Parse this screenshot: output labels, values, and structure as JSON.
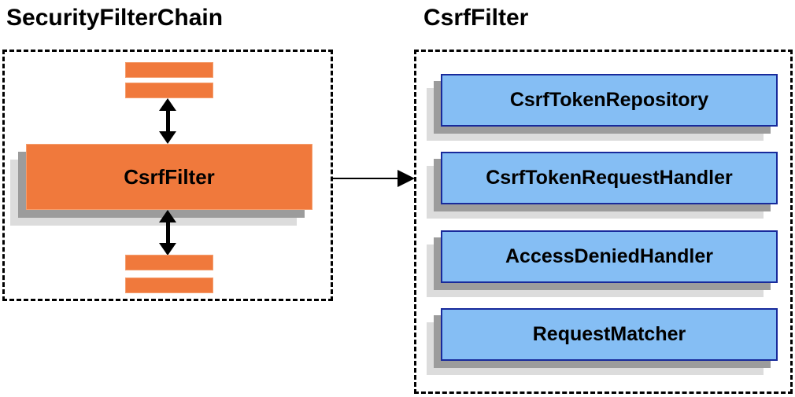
{
  "titles": {
    "left": "SecurityFilterChain",
    "right": "CsrfFilter"
  },
  "left_diagram": {
    "filter_label": "CsrfFilter"
  },
  "right_diagram": {
    "components": [
      {
        "label": "CsrfTokenRepository"
      },
      {
        "label": "CsrfTokenRequestHandler"
      },
      {
        "label": "AccessDeniedHandler"
      },
      {
        "label": "RequestMatcher"
      }
    ]
  },
  "colors": {
    "orange": "#F0793C",
    "orange_border": "#F49E6E",
    "blue": "#85BEF4",
    "blue_border": "#182A9B",
    "shadow_dark": "#9C9C9C",
    "shadow_light": "#DCDCDC",
    "outline": "#000000",
    "text": "#000000"
  }
}
